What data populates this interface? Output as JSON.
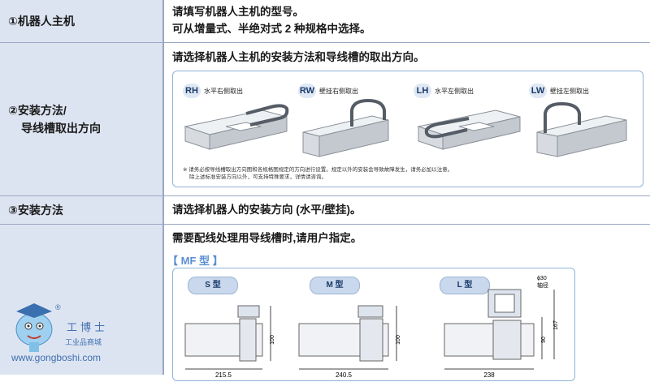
{
  "rows": [
    {
      "label": "①机器人主机",
      "lines": [
        "请填写机器人主机的型号。",
        "可从增量式、半绝对式 2 种规格中选择。"
      ]
    },
    {
      "label_lines": [
        "②安装方法/",
        "导线槽取出方向"
      ],
      "lines": [
        "请选择机器人主机的安装方法和导线槽的取出方向。"
      ],
      "mount_options": [
        {
          "code": "RH",
          "name": "水平右侧取出"
        },
        {
          "code": "RW",
          "name": "壁挂右侧取出"
        },
        {
          "code": "LH",
          "name": "水平左侧取出"
        },
        {
          "code": "LW",
          "name": "壁挂左侧取出"
        }
      ],
      "notes": [
        "※ 请务必按导线槽取出方向图和各规格图规定的方向进行设置。规定以外的安装会导致故障发生，请务必加以注意。",
        "除上述标准安装方向以外，可支持特殊要求，详情请咨询。"
      ]
    },
    {
      "label": "③安装方法",
      "lines": [
        "请选择机器人的安装方向 (水平/壁挂)。"
      ]
    },
    {
      "label": "",
      "lines": [
        "需要配线处理用导线槽时,请用户指定。"
      ],
      "mf_title": "【 MF 型 】",
      "mf_types": [
        {
          "name": "S 型",
          "width": "215.5",
          "height": "100"
        },
        {
          "name": "M 型",
          "width": "240.5",
          "height": "100"
        },
        {
          "name": "L 型",
          "width": "238",
          "height_inner": "90",
          "height_outer": "167",
          "shaft": "ϕ30",
          "shaft_label": "轴径"
        }
      ]
    }
  ],
  "watermark": {
    "brand": "工博士",
    "sub": "工业品商城",
    "url": "www.gongboshi.com",
    "mark": "®"
  }
}
